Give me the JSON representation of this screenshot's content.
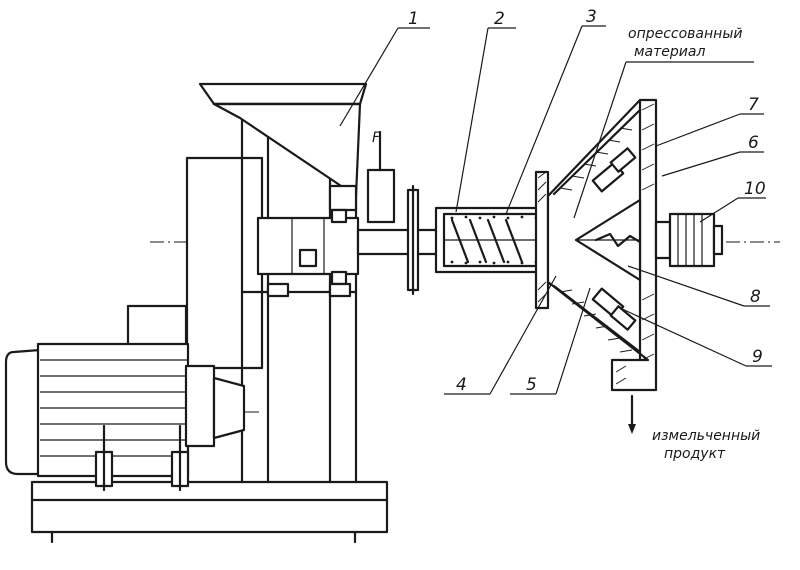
{
  "callouts": [
    {
      "id": "1",
      "label": "1"
    },
    {
      "id": "2",
      "label": "2"
    },
    {
      "id": "3",
      "label": "3"
    },
    {
      "id": "4",
      "label": "4"
    },
    {
      "id": "5",
      "label": "5"
    },
    {
      "id": "6",
      "label": "6"
    },
    {
      "id": "7",
      "label": "7"
    },
    {
      "id": "8",
      "label": "8"
    },
    {
      "id": "9",
      "label": "9"
    },
    {
      "id": "10",
      "label": "10"
    }
  ],
  "captions": {
    "pressed_material_line1": "опрессованный",
    "pressed_material_line2": "материал",
    "crushed_product_line1": "измельченный",
    "crushed_product_line2": "продукт"
  },
  "marks": {
    "force_label": "F"
  },
  "colors": {
    "ink": "#1a1a1a",
    "paper": "#ffffff"
  }
}
